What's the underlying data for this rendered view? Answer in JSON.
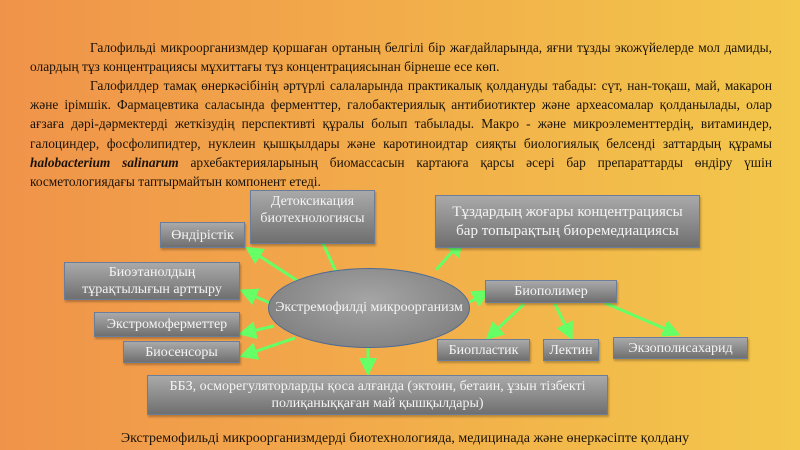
{
  "paragraphs": [
    "Галофильді микроорганизмдер қоршаған ортаның белгілі бір жағдайларында, яғни тұзды экожүйелерде мол дамиды, олардың тұз концентрациясы мұхиттағы тұз концентрациясынан бірнеше есе көп.",
    {
      "before": "Галофилдер тамақ өнеркәсібінің әртүрлі салаларында практикалық қолдануды табады: сүт, нан-тоқаш, май, макарон және ірімшік. Фармацевтика саласында ферменттер, галобактериялық антибиотиктер және археасомалар қолданылады, олар ағзаға дәрі-дәрмектерді жеткізудің перспективті құралы болып табылады. Макро - және микроэлементтердің, витаминдер, галоциндер, фосфолипидтер, нуклеин қышқылдары және каротиноидтар сияқты биологиялық белсенді заттардың құрамы ",
      "emphasis": "halobacterium salinarum",
      "after": " архебактерияларының биомассасын картаюға қарсы әсері бар препараттарды өндіру үшін косметологиядағы таптырмайтын компонент етеді."
    }
  ],
  "diagram": {
    "center": "Экстремофилді микроорганизм",
    "nodes": {
      "detox": "Детоксикация биотехнологиясы",
      "industry": "Өндірістік",
      "salt": "Тұздардың жоғары концентрациясы бар топырақтың биоремедиациясы",
      "bioethanol": "Биоэтанолдың тұрақтылығын арттыру",
      "enzymes": "Экстромоферметтер",
      "biosensors": "Биосенсоры",
      "biopolymer": "Биополимер",
      "bioplastic": "Биопластик",
      "lectin": "Лектин",
      "exopoly": "Экзополисахарид",
      "bbz": "ББЗ, осморегуляторларды қоса алғанда (эктоин, бетаин, ұзын тізбекті полиқаныққаған май қышқылдары)"
    },
    "arrow_color": "#66ff66"
  },
  "caption": "Экстремофильді микроорганизмдерді биотехнологияда, медицинада және өнеркәсіпте қолдану"
}
